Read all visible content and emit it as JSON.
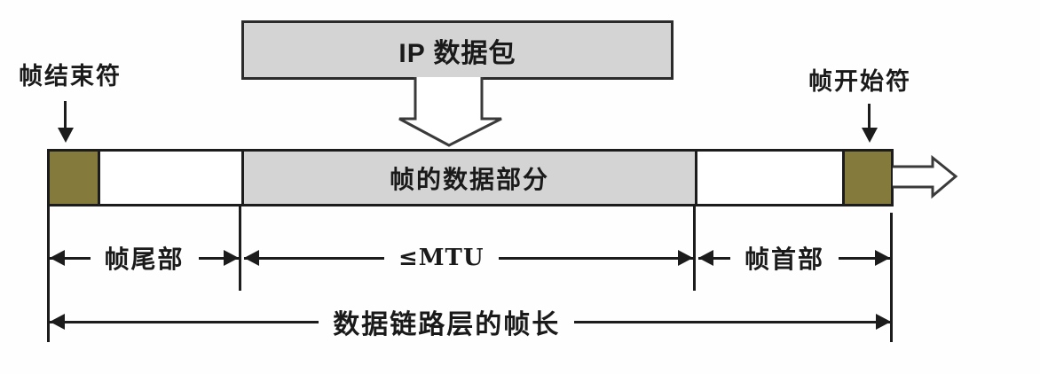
{
  "diagram": {
    "title_meaning": "IP packet encapsulated into a data link layer frame",
    "ip_packet": "IP 数据包",
    "frame_data": "帧的数据部分",
    "frame_end": "帧结束符",
    "frame_start": "帧开始符",
    "dims": {
      "tail": "帧尾部",
      "mtu": "≤MTU",
      "header": "帧首部",
      "total": "数据链路层的帧长"
    }
  },
  "colors": {
    "olive": "#847a3c",
    "box_fill": "#d4d4d4",
    "line": "#1c1c1c",
    "arrow_outline": "#3a3a3a",
    "background": "#fefefe"
  }
}
